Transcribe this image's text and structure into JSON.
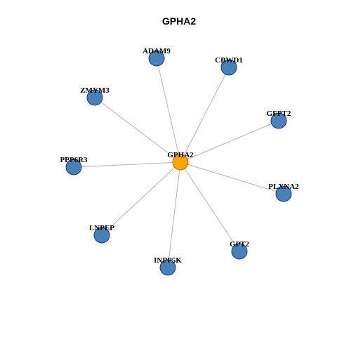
{
  "title": "GPHA2",
  "colors": {
    "hub_fill": "#FFA500",
    "hub_stroke": "#C06A00",
    "leaf_fill": "#4682B4",
    "leaf_stroke": "#1B2FA8",
    "edge": "#B3B3B3"
  },
  "network": {
    "hub": {
      "id": "GPHA2",
      "label": "GPHA2"
    },
    "leaves": [
      {
        "id": "ADAM9",
        "label": "ADAM9"
      },
      {
        "id": "CBWD1",
        "label": "CBWD1"
      },
      {
        "id": "ZMYM3",
        "label": "ZMYM3"
      },
      {
        "id": "GFPT2",
        "label": "GFPT2"
      },
      {
        "id": "PPP6R3",
        "label": "PPP6R3"
      },
      {
        "id": "PLXNA2",
        "label": "PLXNA2"
      },
      {
        "id": "LNPEP",
        "label": "LNPEP"
      },
      {
        "id": "GPT2",
        "label": "GPT2"
      },
      {
        "id": "INPP5K",
        "label": "INPP5K"
      }
    ],
    "edges": [
      [
        "GPHA2",
        "ADAM9"
      ],
      [
        "GPHA2",
        "CBWD1"
      ],
      [
        "GPHA2",
        "ZMYM3"
      ],
      [
        "GPHA2",
        "GFPT2"
      ],
      [
        "GPHA2",
        "PPP6R3"
      ],
      [
        "GPHA2",
        "PLXNA2"
      ],
      [
        "GPHA2",
        "LNPEP"
      ],
      [
        "GPHA2",
        "GPT2"
      ],
      [
        "GPHA2",
        "INPP5K"
      ]
    ]
  }
}
